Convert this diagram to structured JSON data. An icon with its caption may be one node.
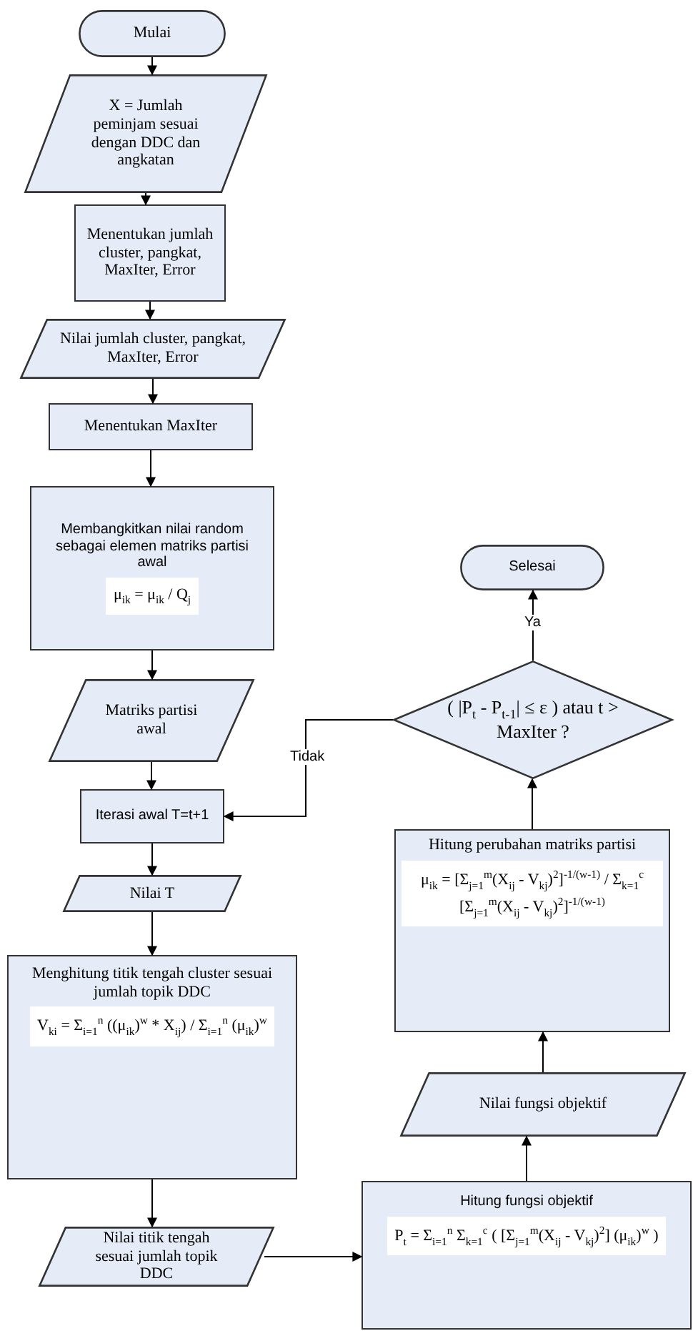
{
  "diagram": {
    "nodes": [
      {
        "text": [
          "Mulai"
        ]
      },
      {
        "text": [
          "X = Jumlah peminjam sesuai dengan DDC dan angkatan"
        ]
      },
      {
        "text": [
          "Menentukan jumlah cluster, pangkat, MaxIter, Error"
        ]
      },
      {
        "text": [
          "Nilai jumlah cluster, pangkat, MaxIter, Error"
        ]
      },
      {
        "text": [
          "Menentukan MaxIter"
        ]
      },
      {
        "text": [
          "Membangkitkan nilai random sebagai elemen matriks partisi awal",
          "μ$_{ik}$ = μ$_{ik}$ / Q$_{j}$"
        ]
      },
      {
        "text": [
          "Matriks partisi awal"
        ]
      },
      {
        "text": [
          "Iterasi awal T=t+1"
        ]
      },
      {
        "text": [
          "Nilai T"
        ]
      },
      {
        "text": [
          "Menghitung titik tengah cluster sesuai jumlah topik DDC",
          "V$_{ki}$ = Σ$_{i=1}$$^{n}$ ((μ$_{ik}$)$^{w}$ * X$_{ij}$) / Σ$_{i=1}$$^{n}$ (μ$_{ik}$)$^{w}$"
        ]
      },
      {
        "text": [
          "Nilai titik tengah sesuai jumlah topik DDC"
        ]
      },
      {
        "text": [
          "Hitung fungsi objektif",
          "P$_{t}$ = Σ$_{i=1}$$^{n}$ Σ$_{k=1}$$^{c}$ ( [Σ$_{j=1}$$^{m}$(X$_{ij}$ - V$_{kj}$)$^{2}$] (μ$_{ik}$)$^{w}$ )"
        ]
      },
      {
        "text": [
          "Nilai fungsi objektif"
        ]
      },
      {
        "text": [
          "Hitung perubahan matriks partisi",
          "μ$_{ik}$ = [Σ$_{j=1}$$^{m}$(X$_{ij}$ - V$_{kj}$)$^{2}$]$^{-1/(w-1)}$ / Σ$_{k=1}$$^{c}$ [Σ$_{j=1}$$^{m}$(X$_{ij}$ - V$_{kj}$)$^{2}$]$^{-1/(w-1)}$"
        ]
      },
      {
        "text": [
          "( |P$_{t}$ - P$_{t-1}$| ≤ ε ) atau t > MaxIter ?"
        ]
      },
      {
        "text": [
          "Selesai"
        ]
      }
    ],
    "edges": [
      {
        "from": 0,
        "to": 1,
        "arrow": "to"
      },
      {
        "from": 1,
        "to": 2,
        "arrow": "to"
      },
      {
        "from": 2,
        "to": 3,
        "arrow": "to"
      },
      {
        "from": 3,
        "to": 4,
        "arrow": "to"
      },
      {
        "from": 4,
        "to": 5,
        "arrow": "to"
      },
      {
        "from": 5,
        "to": 6,
        "arrow": "to"
      },
      {
        "from": 6,
        "to": 7,
        "arrow": "to"
      },
      {
        "from": 7,
        "to": 8,
        "arrow": "to"
      },
      {
        "from": 8,
        "to": 9,
        "arrow": "to"
      },
      {
        "from": 9,
        "to": 10,
        "arrow": "to"
      },
      {
        "from": 10,
        "to": 11,
        "arrow": "to"
      },
      {
        "from": 11,
        "to": 12,
        "arrow": "to"
      },
      {
        "from": 12,
        "to": 13,
        "arrow": "to"
      },
      {
        "from": 13,
        "to": 14,
        "arrow": "to"
      },
      {
        "from": 14,
        "to": 15,
        "arrow": "to",
        "label": "Ya"
      },
      {
        "from": 14,
        "to": 7,
        "arrow": "to",
        "label": "Tidak"
      }
    ]
  }
}
